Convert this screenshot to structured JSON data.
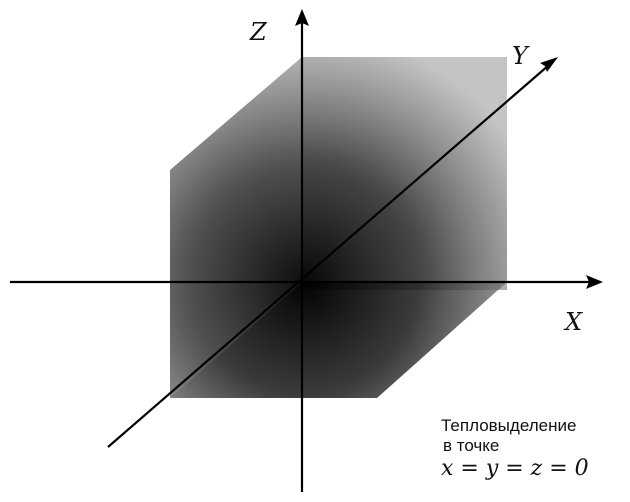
{
  "diagram": {
    "axes": {
      "x_label": "X",
      "y_label": "Y",
      "z_label": "Z"
    },
    "caption": {
      "line1": "Тепловыделение",
      "line2": "в точке",
      "line3": "x = y = z = 0"
    },
    "colors": {
      "axis": "#000000",
      "shade_dark": "#000000",
      "shade_light": "#9a9a9a"
    }
  }
}
